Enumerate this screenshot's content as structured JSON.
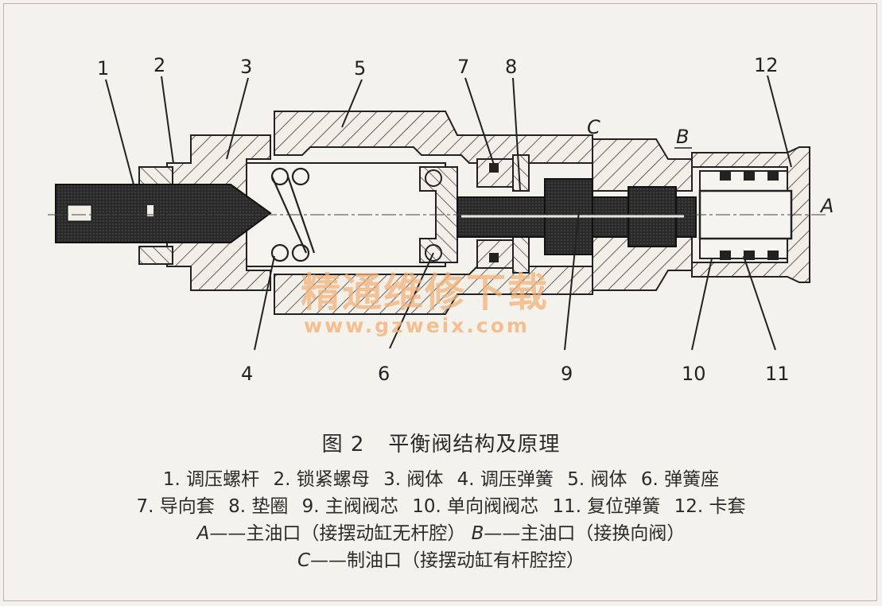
{
  "figure": {
    "title_num": "图 2",
    "title_text": "平衡阀结构及原理"
  },
  "legend": {
    "line1": [
      "1. 调压螺杆",
      "2. 锁紧螺母",
      "3. 阀体",
      "4. 调压弹簧",
      "5. 阀体",
      "6. 弹簧座"
    ],
    "line2": [
      "7. 导向套",
      "8. 垫圈",
      "9. 主阀阀芯",
      "10. 单向阀阀芯",
      "11. 复位弹簧",
      "12. 卡套"
    ],
    "a_label": "A",
    "a_text": "——主油口（接摆动缸无杆腔）",
    "b_label": "B",
    "b_text": "——主油口（接换向阀）",
    "c_label": "C",
    "c_text": "——制油口（接摆动缸有杆腔控）"
  },
  "callouts": {
    "n1": "1",
    "n2": "2",
    "n3": "3",
    "n4": "4",
    "n5": "5",
    "n6": "6",
    "n7": "7",
    "n8": "8",
    "n9": "9",
    "n10": "10",
    "n11": "11",
    "n12": "12"
  },
  "ports": {
    "a": "A",
    "b": "B",
    "c": "C"
  },
  "watermark": {
    "chinese": "精通维修下载",
    "url": "www.gzweix.com"
  }
}
